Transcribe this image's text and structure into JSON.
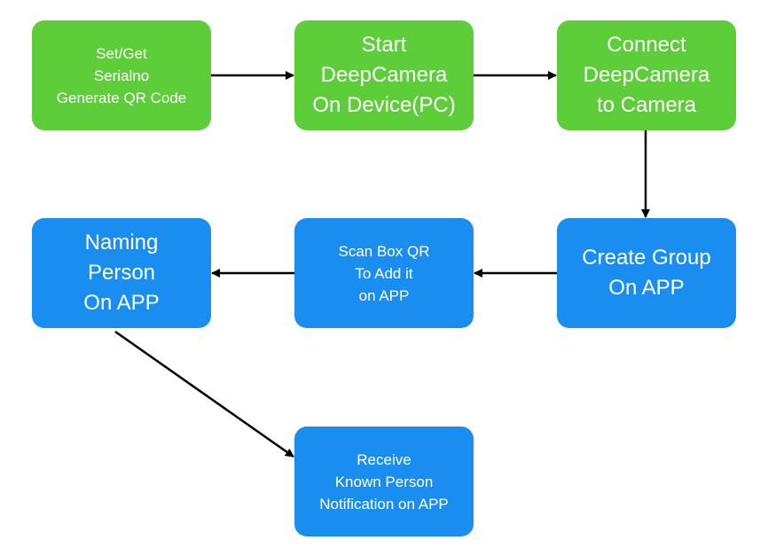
{
  "diagram": {
    "nodes": {
      "set_get_serialno": {
        "label": "Set/Get\nSerialno\nGenerate QR Code"
      },
      "start_deepcamera": {
        "label": "Start\nDeepCamera\nOn Device(PC)"
      },
      "connect_deepcamera": {
        "label": "Connect\nDeepCamera\nto Camera"
      },
      "create_group": {
        "label": "Create Group\nOn APP"
      },
      "scan_box_qr": {
        "label": "Scan Box QR\nTo Add it\non APP"
      },
      "naming_person": {
        "label": "Naming\nPerson\nOn APP"
      },
      "receive_notification": {
        "label": "Receive\nKnown Person\nNotification on APP"
      }
    },
    "edges": [
      {
        "from": "set_get_serialno",
        "to": "start_deepcamera"
      },
      {
        "from": "start_deepcamera",
        "to": "connect_deepcamera"
      },
      {
        "from": "connect_deepcamera",
        "to": "create_group"
      },
      {
        "from": "create_group",
        "to": "scan_box_qr"
      },
      {
        "from": "scan_box_qr",
        "to": "naming_person"
      },
      {
        "from": "naming_person",
        "to": "receive_notification"
      }
    ],
    "colors": {
      "green": "#5dcd3a",
      "blue": "#1a8ef0",
      "text": "#ffffff",
      "arrow": "#000000"
    }
  }
}
